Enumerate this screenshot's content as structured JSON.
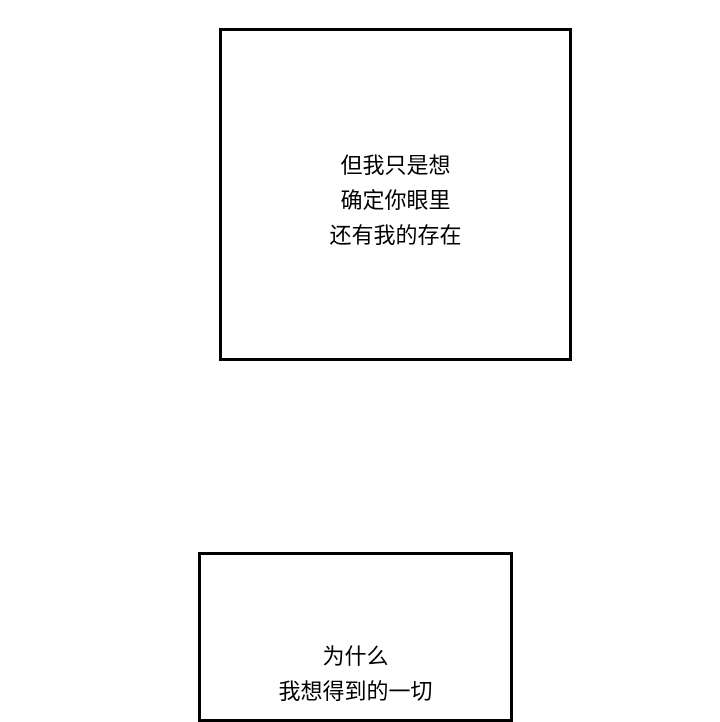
{
  "page": {
    "background": "#ffffff",
    "border_color": "#000000"
  },
  "panels": [
    {
      "lines": [
        "但我只是想",
        "确定你眼里",
        "还有我的存在"
      ]
    },
    {
      "lines": [
        "为什么",
        "我想得到的一切"
      ]
    }
  ]
}
